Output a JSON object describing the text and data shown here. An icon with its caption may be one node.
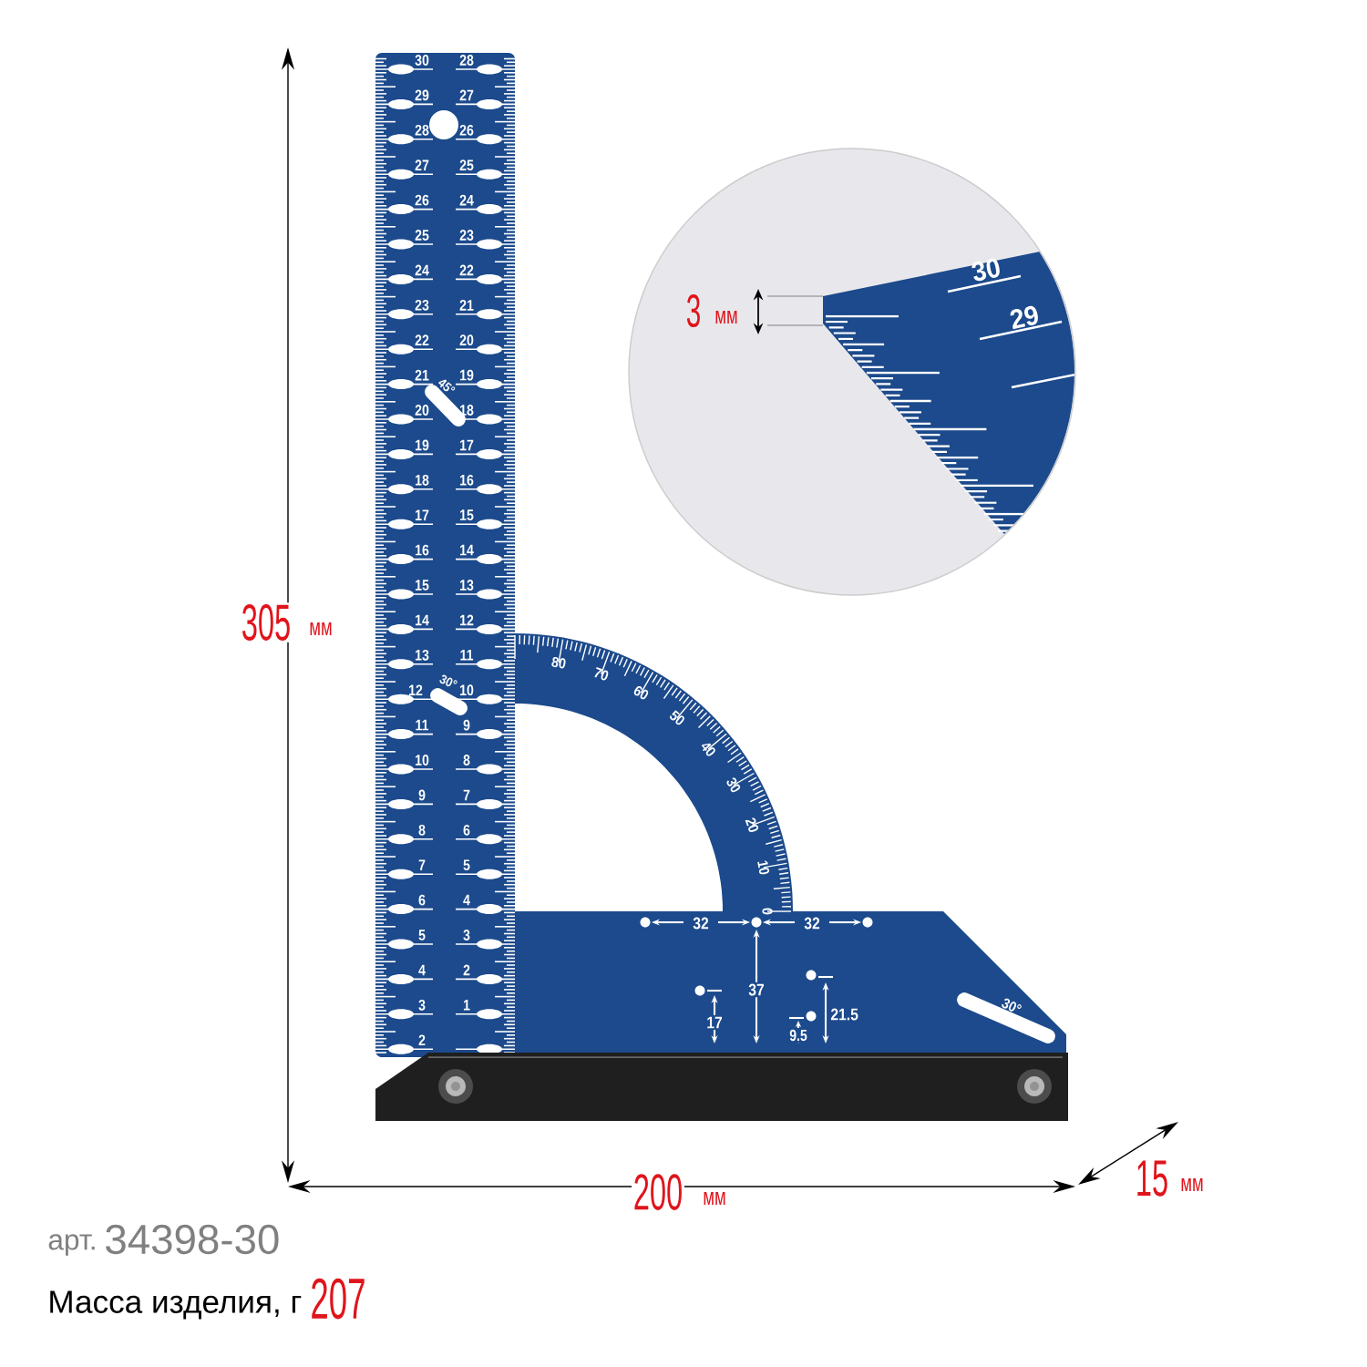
{
  "diagram": {
    "labels": [
      "30",
      "29",
      "28",
      "27",
      "26",
      "25",
      "24",
      "23",
      "22",
      "21",
      "20",
      "19",
      "18",
      "17",
      "16",
      "15",
      "14",
      "13",
      "12",
      "11",
      "10",
      "9",
      "8",
      "7",
      "6",
      "5",
      "4",
      "3",
      "2",
      "28",
      "27",
      "26",
      "25",
      "24",
      "23",
      "22",
      "21",
      "20",
      "19",
      "18",
      "17",
      "16",
      "15",
      "14",
      "13",
      "12",
      "11",
      "10",
      "9",
      "8",
      "7",
      "6",
      "5",
      "4",
      "3",
      "2",
      "1",
      "45°",
      "30°",
      "80",
      "70",
      "60",
      "50",
      "40",
      "30",
      "20",
      "10",
      "0",
      "32",
      "32",
      "37",
      "17",
      "21.5",
      "9.5",
      "30°",
      "305",
      "мм",
      "3",
      "мм",
      "30",
      "29",
      "200",
      "мм",
      "15",
      "мм",
      "арт.",
      "34398-30",
      "Масса изделия, г",
      "207"
    ]
  }
}
